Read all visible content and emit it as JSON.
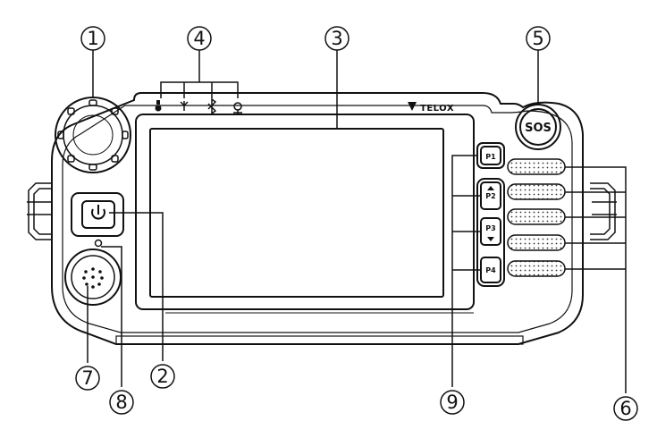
{
  "brand": {
    "name": "TELOX"
  },
  "sos_button": {
    "label": "SOS"
  },
  "programmable_keys": [
    "P1",
    "P2",
    "P3",
    "P4"
  ],
  "status_icons": [
    "signal-icon",
    "antenna-icon",
    "bluetooth-icon",
    "gps-icon"
  ],
  "callouts": [
    {
      "id": "c1",
      "label": "1"
    },
    {
      "id": "c2",
      "label": "2"
    },
    {
      "id": "c3",
      "label": "3"
    },
    {
      "id": "c4",
      "label": "4"
    },
    {
      "id": "c5",
      "label": "5"
    },
    {
      "id": "c6",
      "label": "6"
    },
    {
      "id": "c7",
      "label": "7"
    },
    {
      "id": "c8",
      "label": "8"
    },
    {
      "id": "c9",
      "label": "9"
    }
  ],
  "colors": {
    "line": "#111111",
    "screen": "#ffffff",
    "background": "#ffffff"
  }
}
